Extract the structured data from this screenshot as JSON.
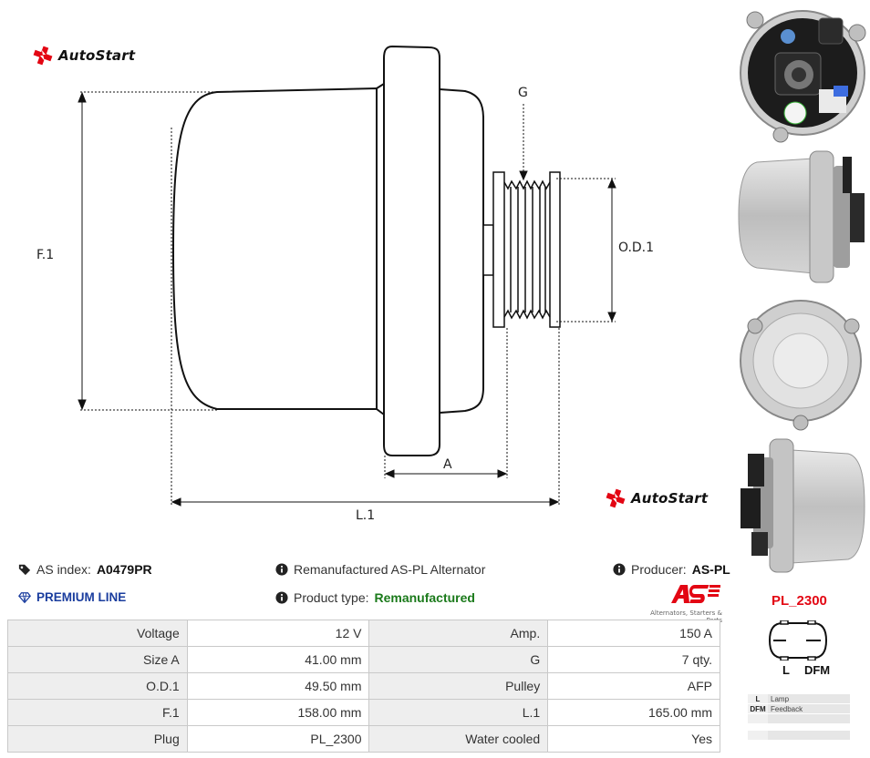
{
  "brand": {
    "name": "AutoStart"
  },
  "drawing": {
    "dimensions": {
      "g": "G",
      "od1": "O.D.1",
      "f1": "F.1",
      "a": "A",
      "l1": "L.1"
    }
  },
  "photos": [
    {
      "name": "rear-view"
    },
    {
      "name": "side-view"
    },
    {
      "name": "front-view"
    },
    {
      "name": "plug-side-view"
    }
  ],
  "info": {
    "as_index_label": "AS index:",
    "as_index_value": "A0479PR",
    "description": "Remanufactured AS-PL Alternator",
    "producer_label": "Producer:",
    "producer_value": "AS-PL",
    "premium_line": "PREMIUM LINE",
    "product_type_label": "Product type:",
    "product_type_value": "Remanufactured",
    "as_brand_tagline": "Alternators, Starters & Parts"
  },
  "specs": {
    "rows": [
      {
        "label1": "Voltage",
        "value1": "12 V",
        "label2": "Amp.",
        "value2": "150 A"
      },
      {
        "label1": "Size A",
        "value1": "41.00 mm",
        "label2": "G",
        "value2": "7 qty."
      },
      {
        "label1": "O.D.1",
        "value1": "49.50 mm",
        "label2": "Pulley",
        "value2": "AFP"
      },
      {
        "label1": "F.1",
        "value1": "158.00 mm",
        "label2": "L.1",
        "value2": "165.00 mm"
      },
      {
        "label1": "Plug",
        "value1": "PL_2300",
        "label2": "Water cooled",
        "value2": "Yes"
      }
    ]
  },
  "plug": {
    "code": "PL_2300",
    "terminal_1": "L",
    "terminal_2": "DFM",
    "legend": [
      {
        "key": "L",
        "value": "Lamp"
      },
      {
        "key": "DFM",
        "value": "Feedback"
      },
      {
        "key": "",
        "value": ""
      },
      {
        "key": "",
        "value": ""
      }
    ]
  },
  "colors": {
    "accent_red": "#e30613",
    "premium_blue": "#1a3d9e",
    "green": "#1b7a1b",
    "table_label_bg": "#eeeeee"
  }
}
